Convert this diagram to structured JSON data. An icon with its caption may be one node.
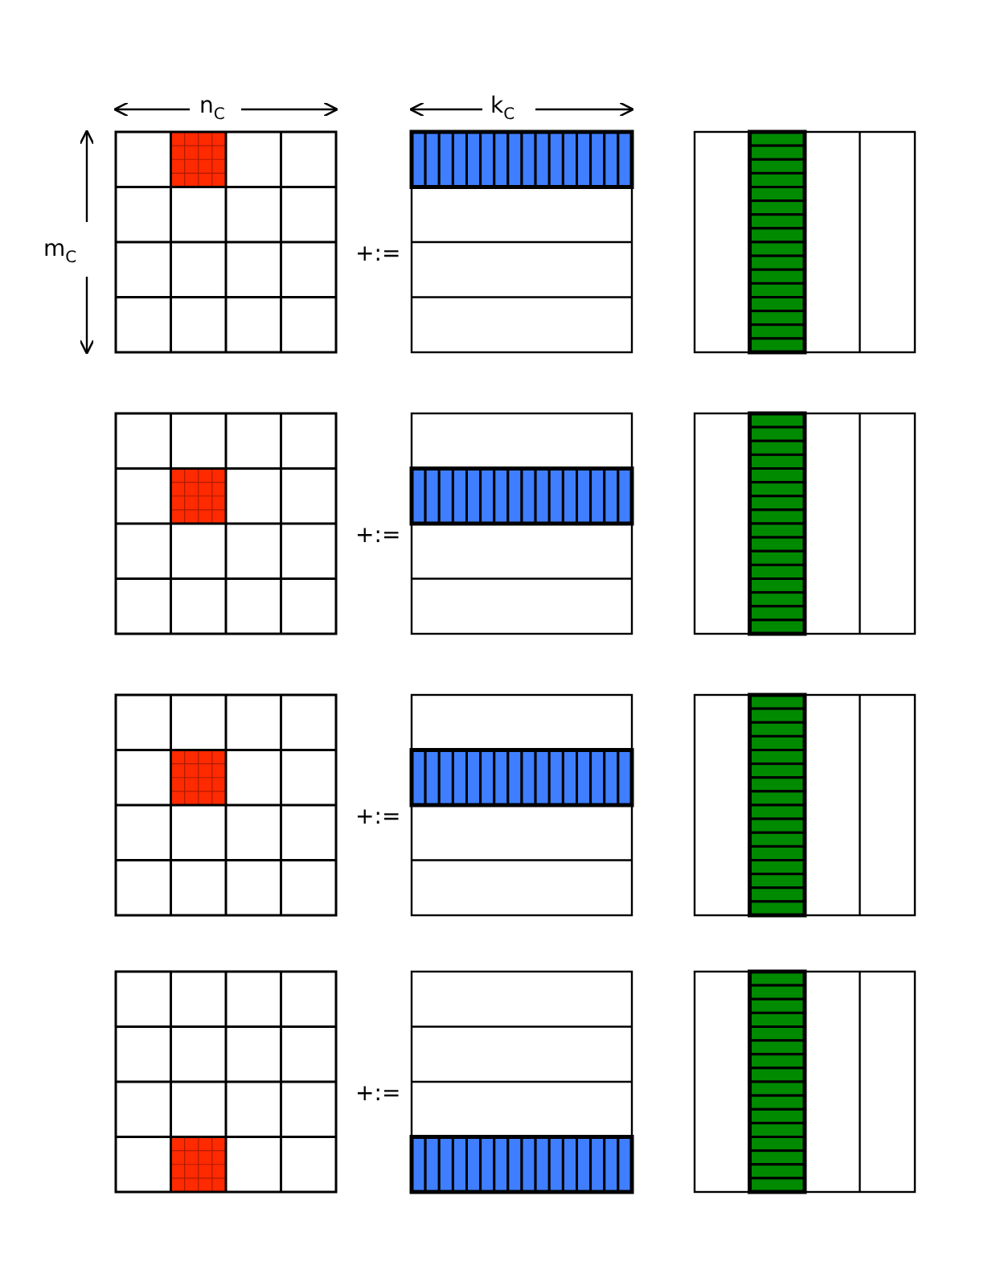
{
  "diagram": {
    "labels": [
      "n$_{C}$",
      "k$_{C}$",
      "m$_{C}$",
      "+:=",
      "+:=",
      "+:=",
      "+:="
    ]
  }
}
